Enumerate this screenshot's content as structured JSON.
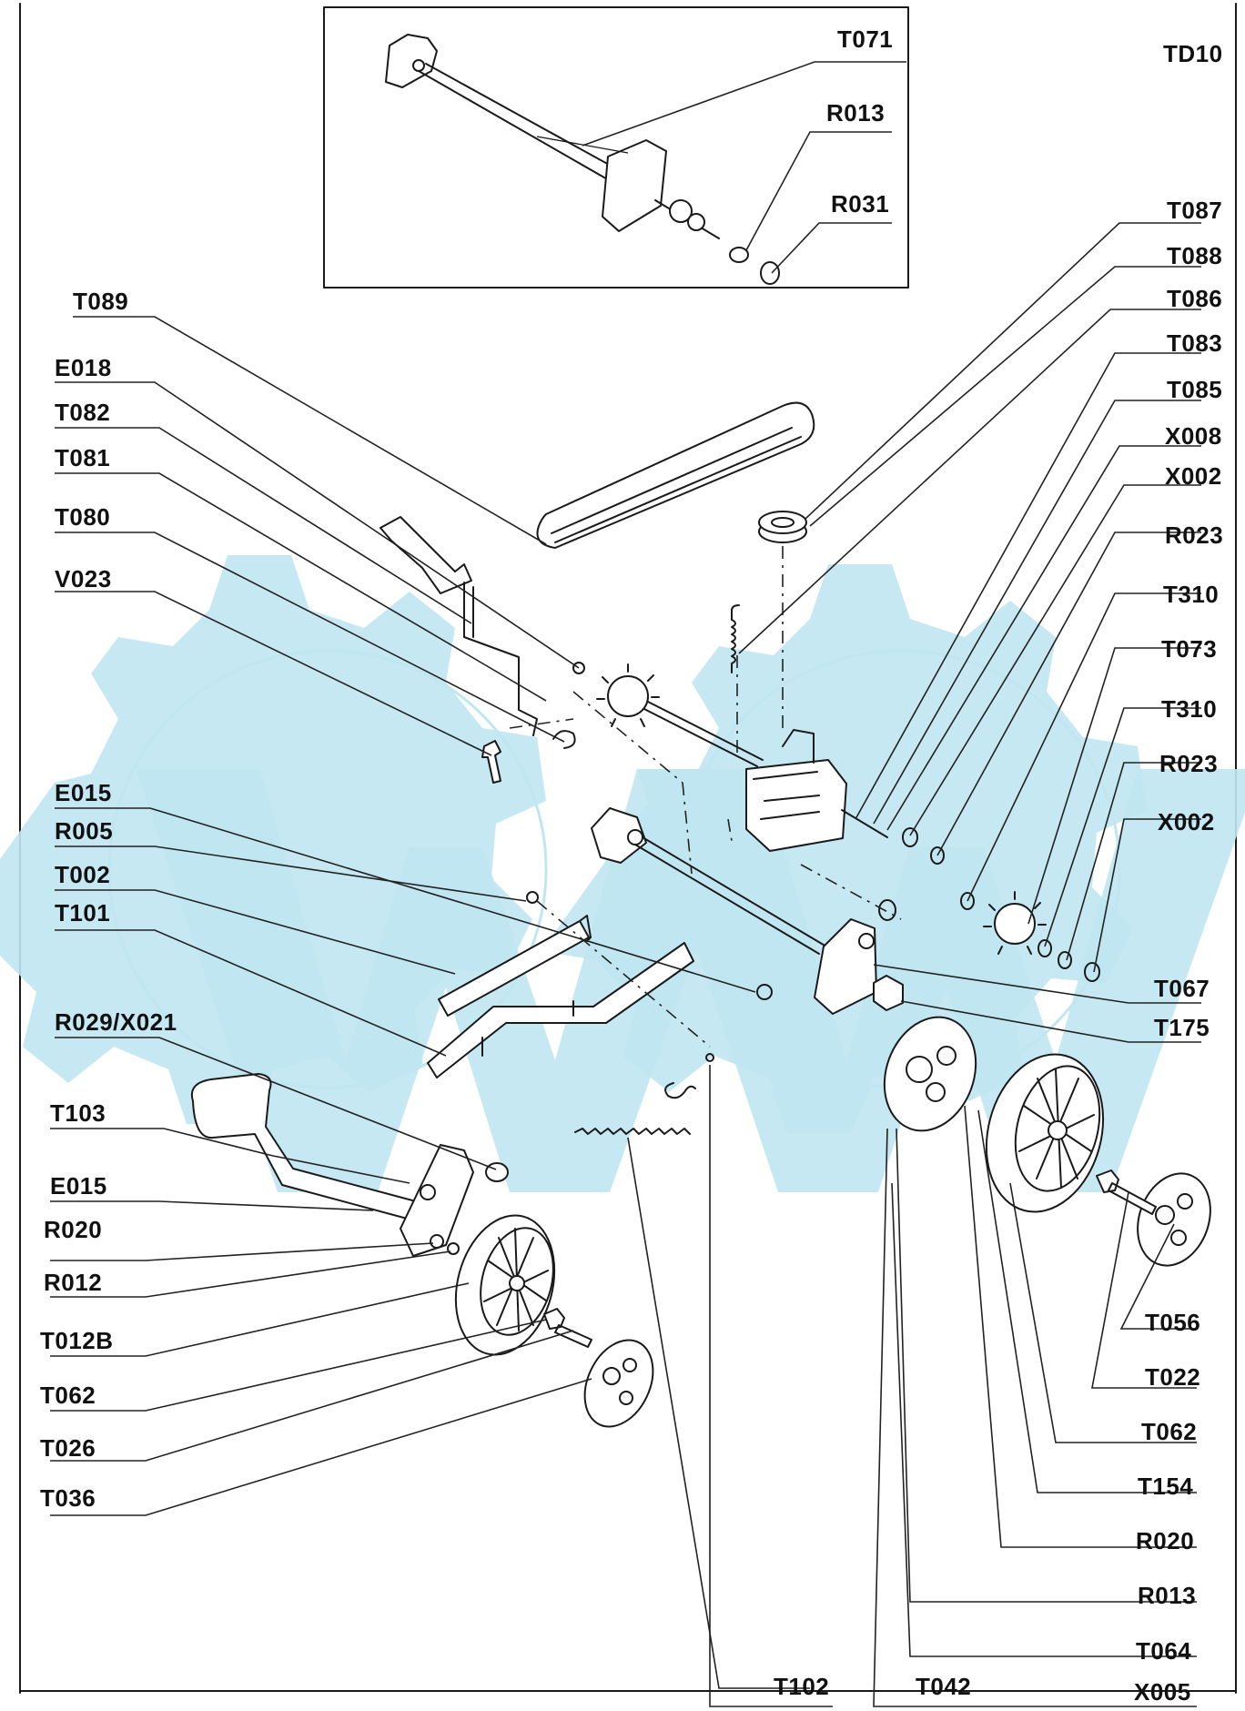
{
  "sheet_code": "TD10",
  "labels": {
    "T071": "T071",
    "R013_top": "R013",
    "R031": "R031",
    "T087": "T087",
    "T088": "T088",
    "T086": "T086",
    "T083": "T083",
    "T085": "T085",
    "X008": "X008",
    "X002_a": "X002",
    "R023_a": "R023",
    "T310_a": "T310",
    "T073": "T073",
    "T310_b": "T310",
    "R023_b": "R023",
    "X002_b": "X002",
    "T067": "T067",
    "T175": "T175",
    "T089": "T089",
    "E018": "E018",
    "T082": "T082",
    "T081": "T081",
    "T080": "T080",
    "V023": "V023",
    "E015_a": "E015",
    "R005": "R005",
    "T002": "T002",
    "T101": "T101",
    "R029_X021": "R029/X021",
    "T103": "T103",
    "E015_b": "E015",
    "R020_a": "R020",
    "R012": "R012",
    "T012B": "T012B",
    "T062_a": "T062",
    "T026": "T026",
    "T036": "T036",
    "T056": "T056",
    "T022": "T022",
    "T062_b": "T062",
    "T154": "T154",
    "R020_b": "R020",
    "R013_b": "R013",
    "T064": "T064",
    "X005": "X005",
    "T102": "T102",
    "T042": "T042"
  },
  "colors": {
    "ink": "#1a1a1a",
    "watermark": "#bfe6f1",
    "paper": "#ffffff"
  }
}
